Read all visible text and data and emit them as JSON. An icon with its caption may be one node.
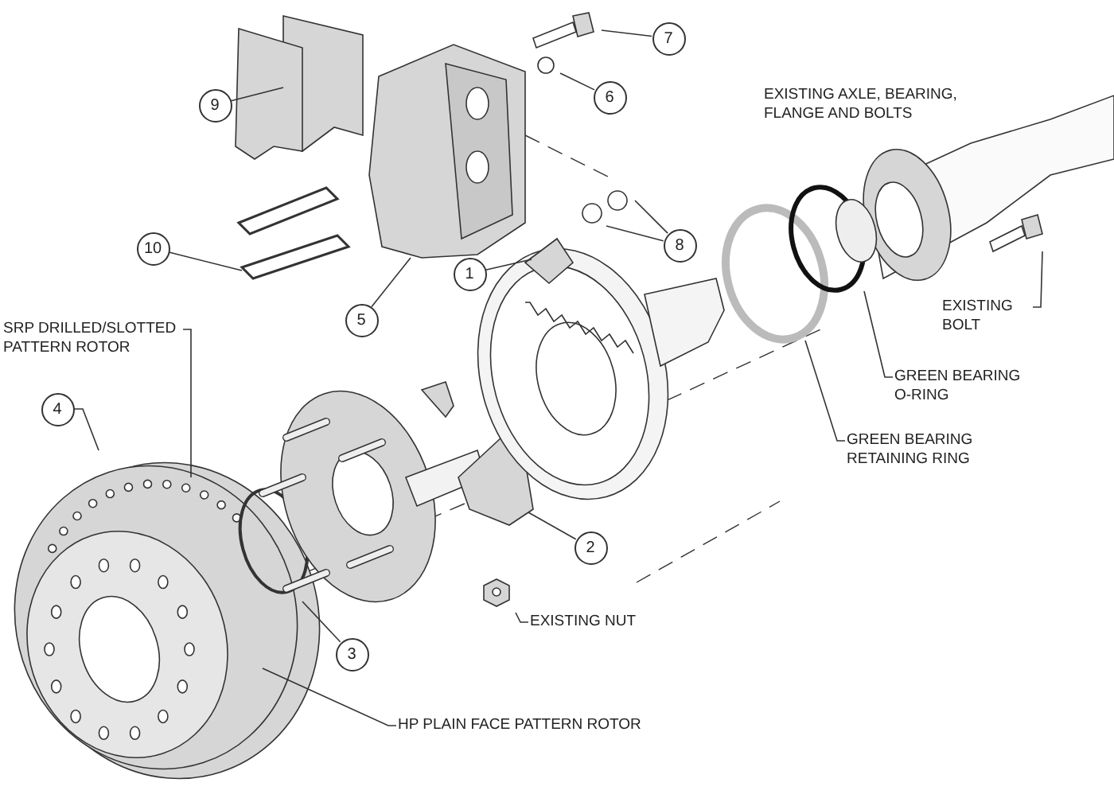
{
  "diagram": {
    "nodes": [
      {
        "text": [
          "9"
        ]
      },
      {
        "text": [
          "7"
        ]
      },
      {
        "text": [
          "6"
        ]
      },
      {
        "text": [
          "10"
        ]
      },
      {
        "text": [
          "1"
        ]
      },
      {
        "text": [
          "8"
        ]
      },
      {
        "text": [
          "5"
        ]
      },
      {
        "text": [
          "EXISTING BOLT"
        ]
      },
      {
        "text": [
          "SRP DRILLED/SLOTTED PATTERN ROTOR"
        ]
      },
      {
        "text": [
          "GREEN BEARING O-RING"
        ]
      },
      {
        "text": [
          "4"
        ]
      },
      {
        "text": [
          "GREEN BEARING RETAINING RING"
        ]
      },
      {
        "text": [
          "2"
        ]
      },
      {
        "text": [
          "EXISTING NUT"
        ]
      },
      {
        "text": [
          "3"
        ]
      },
      {
        "text": [
          "HP PLAIN FACE PATTERN ROTOR"
        ]
      }
    ],
    "edges": [
      {
        "from": 0,
        "to": null,
        "arrow": "none"
      },
      {
        "from": 1,
        "to": null,
        "arrow": "none"
      },
      {
        "from": 2,
        "to": null,
        "arrow": "none"
      },
      {
        "from": 3,
        "to": null,
        "arrow": "none"
      },
      {
        "from": 4,
        "to": null,
        "arrow": "none"
      },
      {
        "from": 5,
        "to": null,
        "arrow": "none"
      },
      {
        "from": 5,
        "to": null,
        "arrow": "none"
      },
      {
        "from": 6,
        "to": null,
        "arrow": "none"
      },
      {
        "from": 7,
        "to": null,
        "arrow": "none"
      },
      {
        "from": 8,
        "to": null,
        "arrow": "none"
      },
      {
        "from": 9,
        "to": null,
        "arrow": "none"
      },
      {
        "from": 10,
        "to": null,
        "arrow": "none"
      },
      {
        "from": 11,
        "to": null,
        "arrow": "none"
      },
      {
        "from": 12,
        "to": null,
        "arrow": "none"
      },
      {
        "from": 13,
        "to": null,
        "arrow": "none"
      },
      {
        "from": 14,
        "to": null,
        "arrow": "none"
      },
      {
        "from": 15,
        "to": null,
        "arrow": "none"
      }
    ],
    "labels": [
      "EXISTING AXLE, BEARING, FLANGE AND BOLTS"
    ]
  }
}
